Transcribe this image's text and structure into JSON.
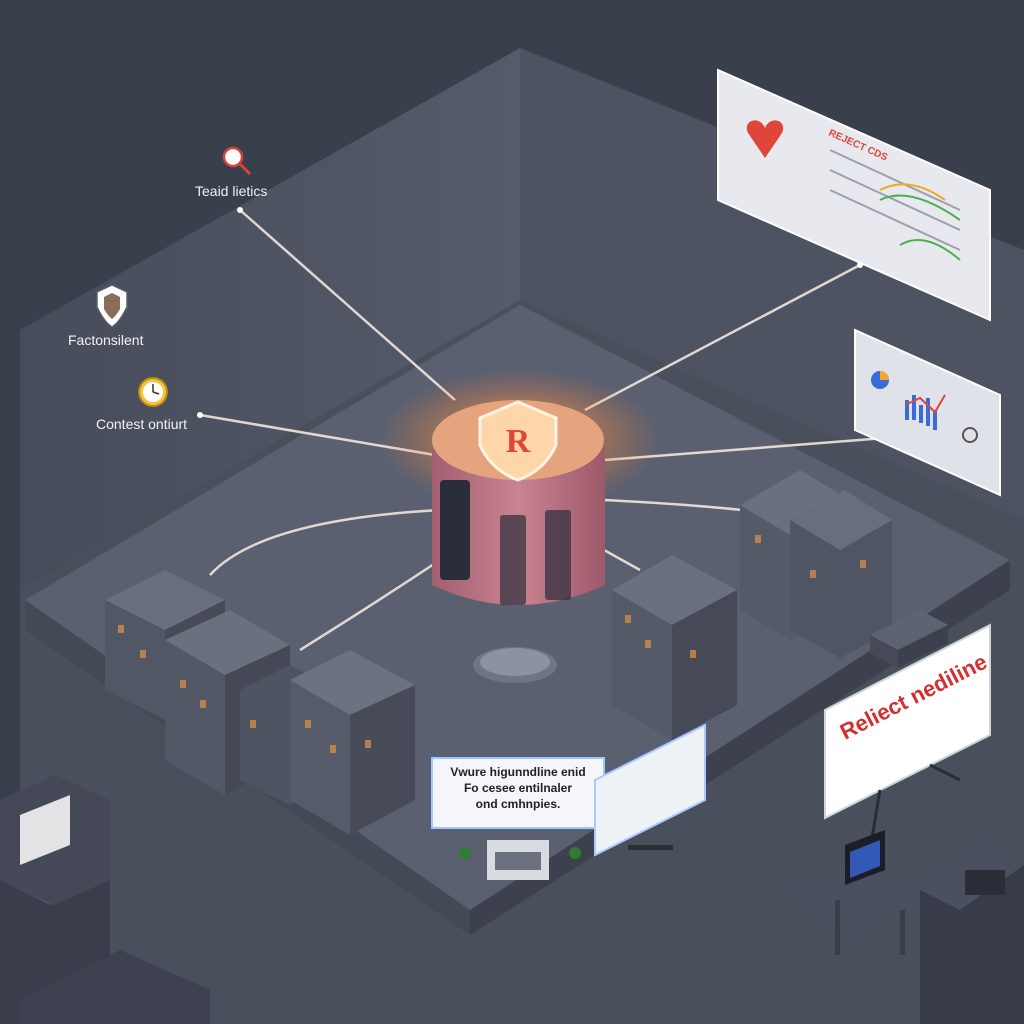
{
  "labels": {
    "top_left": "Teaid lietics",
    "middle_left": "Factonsilent",
    "lower_left": "Contest ontiurt"
  },
  "hub": {
    "emblem_letter": "R",
    "icon": "shield-icon"
  },
  "panel_top_right": {
    "title": "REJECT CDS",
    "icon": "heart-icon"
  },
  "panel_right": {
    "icons": [
      "pie-chart-icon",
      "bar-chart-icon",
      "gear-icon"
    ]
  },
  "billboard_right": {
    "headline": "Reliect nediline"
  },
  "sign_center": {
    "line1": "Vwure higunndline enid",
    "line2": "Fo cesee entilnaler",
    "line3": "ond cmhnpies."
  },
  "icons": {
    "top_left": "magnifier-icon",
    "middle_left": "shield-icon",
    "lower_left": "clock-icon"
  },
  "colors": {
    "background": "#3a3f4c",
    "platform": "#5a5f6d",
    "hub": "#c47a86",
    "glow": "#ff9a3c",
    "accent_red": "#e0453a"
  }
}
